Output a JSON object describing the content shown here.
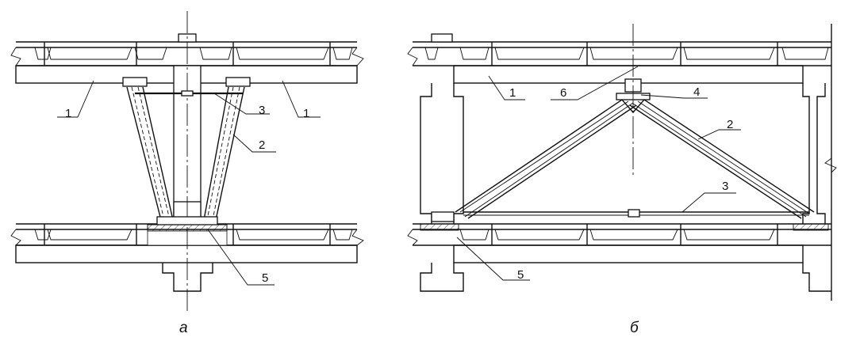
{
  "figure": {
    "panel_a": {
      "caption": "а",
      "labels": [
        "1",
        "1",
        "2",
        "3",
        "5"
      ]
    },
    "panel_b": {
      "caption": "б",
      "labels": [
        "1",
        "2",
        "3",
        "4",
        "5",
        "6"
      ]
    }
  }
}
